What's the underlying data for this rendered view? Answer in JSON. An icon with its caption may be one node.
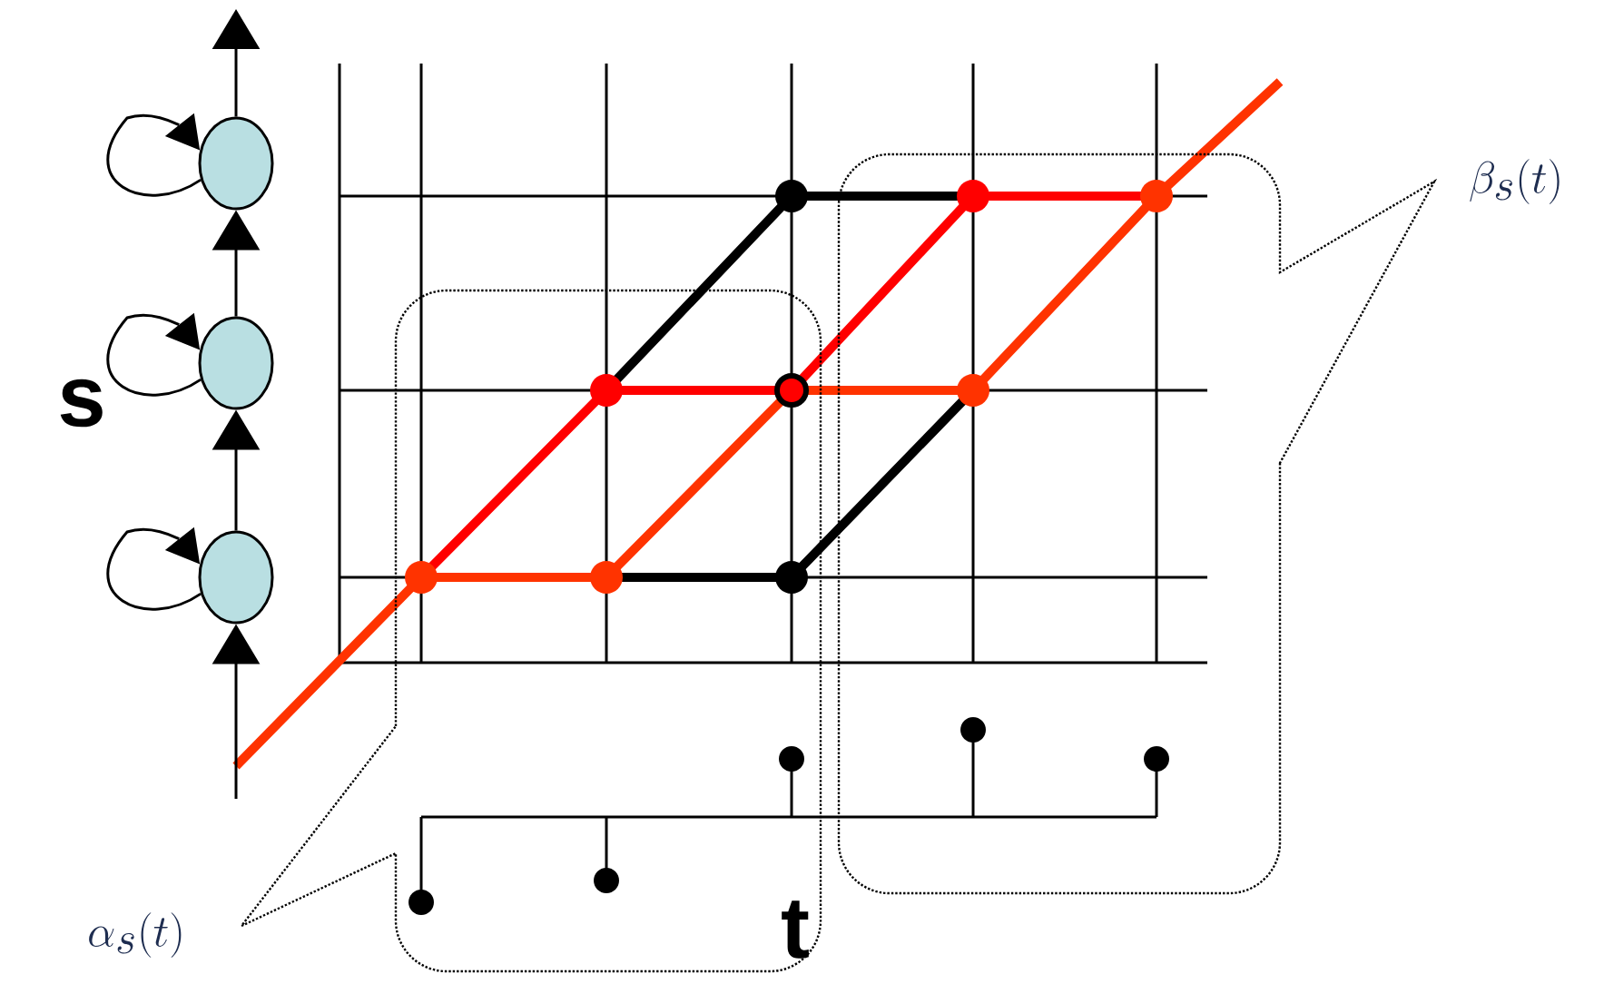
{
  "diagram": {
    "nodes": [
      {
        "text": [],
        "shape": "ellipse"
      },
      {
        "text": [],
        "shape": "ellipse"
      },
      {
        "text": [],
        "shape": "ellipse"
      }
    ],
    "edges": [
      {
        "from": 0,
        "to": null,
        "arrow": "to"
      },
      {
        "from": 1,
        "to": 0,
        "arrow": "to"
      },
      {
        "from": 2,
        "to": 1,
        "arrow": "to"
      },
      {
        "from": null,
        "to": 2,
        "arrow": "to"
      },
      {
        "from": 0,
        "to": 0,
        "arrow": "to"
      },
      {
        "from": 1,
        "to": 1,
        "arrow": "to"
      },
      {
        "from": 2,
        "to": 2,
        "arrow": "to"
      }
    ],
    "labels": [
      "s",
      "t",
      "\\alpha_s(t)",
      "\\beta_s(t)"
    ]
  }
}
